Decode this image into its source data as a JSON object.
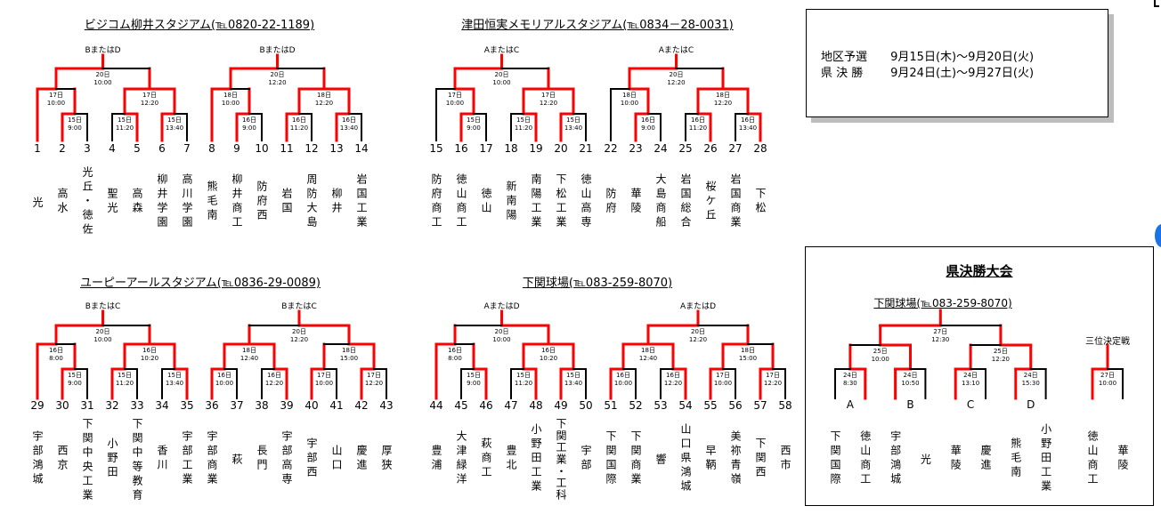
{
  "colors": {
    "win": "#ff0000",
    "line": "#000000"
  },
  "info": {
    "rows": [
      {
        "label": "地区予選",
        "dates": "9月15日(木)～9月20日(火)"
      },
      {
        "label": "県 決 勝",
        "dates": "9月24日(土)～9月27日(火)"
      }
    ]
  },
  "blocks": [
    {
      "title": "ビジコム柳井スタジアム(℡0820-22-1189)",
      "labels": [
        "BまたはD",
        "BまたはD"
      ],
      "teams": [
        {
          "num": "1",
          "name": "光"
        },
        {
          "num": "2",
          "name": "高水"
        },
        {
          "num": "3",
          "name": "光丘・徳佐"
        },
        {
          "num": "4",
          "name": "聖光"
        },
        {
          "num": "5",
          "name": "高森"
        },
        {
          "num": "6",
          "name": "柳井学園"
        },
        {
          "num": "7",
          "name": "高川学園"
        },
        {
          "num": "8",
          "name": "熊毛南"
        },
        {
          "num": "9",
          "name": "柳井商工"
        },
        {
          "num": "10",
          "name": "防府西"
        },
        {
          "num": "11",
          "name": "岩国"
        },
        {
          "num": "12",
          "name": "周防大島"
        },
        {
          "num": "13",
          "name": "柳井"
        },
        {
          "num": "14",
          "name": "岩国工業"
        }
      ],
      "brackets": [
        {
          "d": "20日",
          "t": "10:00",
          "red": "L",
          "c": [
            {
              "d": "17日",
              "t": "10:00",
              "red": "L",
              "c": [
                1,
                {
                  "d": "15日",
                  "t": "9:00",
                  "red": "L",
                  "c": [
                    2,
                    3
                  ]
                }
              ]
            },
            {
              "d": "17日",
              "t": "12:20",
              "red": "LR",
              "c": [
                {
                  "d": "15日",
                  "t": "11:20",
                  "red": "R",
                  "c": [
                    4,
                    5
                  ]
                },
                {
                  "d": "15日",
                  "t": "13:40",
                  "red": "L",
                  "c": [
                    6,
                    7
                  ]
                }
              ]
            }
          ]
        },
        {
          "d": "20日",
          "t": "12:20",
          "red": "L",
          "c": [
            {
              "d": "18日",
              "t": "10:00",
              "red": "L",
              "c": [
                8,
                {
                  "d": "16日",
                  "t": "9:00",
                  "red": "L",
                  "c": [
                    9,
                    10
                  ]
                }
              ]
            },
            {
              "d": "18日",
              "t": "12:20",
              "red": "LR",
              "c": [
                {
                  "d": "16日",
                  "t": "11:20",
                  "red": "L",
                  "c": [
                    11,
                    12
                  ]
                },
                {
                  "d": "16日",
                  "t": "13:40",
                  "red": "L",
                  "c": [
                    13,
                    14
                  ]
                }
              ]
            }
          ]
        }
      ]
    },
    {
      "title": "津田恒実メモリアルスタジアム(℡0834－28-0031)",
      "labels": [
        "AまたはC",
        "AまたはC"
      ],
      "teams": [
        {
          "num": "15",
          "name": "防府商工"
        },
        {
          "num": "16",
          "name": "徳山商工"
        },
        {
          "num": "17",
          "name": "徳山"
        },
        {
          "num": "18",
          "name": "新南陽"
        },
        {
          "num": "19",
          "name": "南陽工業"
        },
        {
          "num": "20",
          "name": "下松工業"
        },
        {
          "num": "21",
          "name": "徳山高専"
        },
        {
          "num": "22",
          "name": "防府"
        },
        {
          "num": "23",
          "name": "華陵"
        },
        {
          "num": "24",
          "name": "大島商船"
        },
        {
          "num": "25",
          "name": "岩国総合"
        },
        {
          "num": "26",
          "name": "桜ケ丘"
        },
        {
          "num": "27",
          "name": "岩国商業"
        },
        {
          "num": "28",
          "name": "下松"
        }
      ],
      "brackets": [
        {
          "d": "20日",
          "t": "10:00",
          "red": "L",
          "c": [
            {
              "d": "17日",
              "t": "10:00",
              "red": "R",
              "c": [
                15,
                {
                  "d": "15日",
                  "t": "9:00",
                  "red": "L",
                  "c": [
                    16,
                    17
                  ]
                }
              ]
            },
            {
              "d": "17日",
              "t": "12:20",
              "red": "LR",
              "c": [
                {
                  "d": "15日",
                  "t": "11:20",
                  "red": "R",
                  "c": [
                    18,
                    19
                  ]
                },
                {
                  "d": "15日",
                  "t": "13:40",
                  "red": "L",
                  "c": [
                    20,
                    21
                  ]
                }
              ]
            }
          ]
        },
        {
          "d": "20日",
          "t": "12:20",
          "red": "L",
          "c": [
            {
              "d": "18日",
              "t": "10:00",
              "red": "R",
              "c": [
                22,
                {
                  "d": "16日",
                  "t": "9:00",
                  "red": "L",
                  "c": [
                    23,
                    24
                  ]
                }
              ]
            },
            {
              "d": "18日",
              "t": "12:20",
              "red": "LR",
              "c": [
                {
                  "d": "16日",
                  "t": "11:20",
                  "red": "R",
                  "c": [
                    25,
                    26
                  ]
                },
                {
                  "d": "16日",
                  "t": "13:40",
                  "red": "R",
                  "c": [
                    27,
                    28
                  ]
                }
              ]
            }
          ]
        }
      ]
    },
    {
      "title": "ユーピーアールスタジアム(℡0836-29-0089)",
      "labels": [
        "BまたはC",
        "BまたはC"
      ],
      "teams": [
        {
          "num": "29",
          "name": "宇部鴻城"
        },
        {
          "num": "30",
          "name": "西京"
        },
        {
          "num": "31",
          "name": "下関中央工業"
        },
        {
          "num": "32",
          "name": "小野田"
        },
        {
          "num": "33",
          "name": "下関中等教育"
        },
        {
          "num": "34",
          "name": "香川"
        },
        {
          "num": "35",
          "name": "宇部工業"
        },
        {
          "num": "36",
          "name": "宇部商業"
        },
        {
          "num": "37",
          "name": "萩"
        },
        {
          "num": "38",
          "name": "長門"
        },
        {
          "num": "39",
          "name": "宇部高専"
        },
        {
          "num": "40",
          "name": "宇部西"
        },
        {
          "num": "41",
          "name": "山口"
        },
        {
          "num": "42",
          "name": "慶進"
        },
        {
          "num": "43",
          "name": "厚狭"
        }
      ],
      "brackets": [
        {
          "d": "20日",
          "t": "10:00",
          "red": "L",
          "c": [
            {
              "d": "16日",
              "t": "8:00",
              "red": "L",
              "c": [
                29,
                {
                  "d": "15日",
                  "t": "9:00",
                  "red": "L",
                  "c": [
                    30,
                    31
                  ]
                }
              ]
            },
            {
              "d": "16日",
              "t": "10:20",
              "red": "LR",
              "c": [
                {
                  "d": "15日",
                  "t": "11:20",
                  "red": "L",
                  "c": [
                    32,
                    33
                  ]
                },
                {
                  "d": "15日",
                  "t": "13:40",
                  "red": "R",
                  "c": [
                    34,
                    35
                  ]
                }
              ]
            }
          ]
        },
        {
          "d": "20日",
          "t": "12:20",
          "red": "R",
          "c": [
            {
              "d": "18日",
              "t": "12:40",
              "red": "LR",
              "c": [
                {
                  "d": "16日",
                  "t": "10:00",
                  "red": "L",
                  "c": [
                    36,
                    37
                  ]
                },
                {
                  "d": "16日",
                  "t": "12:20",
                  "red": "R",
                  "c": [
                    38,
                    39
                  ]
                }
              ]
            },
            {
              "d": "18日",
              "t": "15:00",
              "red": "R",
              "c": [
                {
                  "d": "17日",
                  "t": "10:00",
                  "red": "L",
                  "c": [
                    40,
                    41
                  ]
                },
                {
                  "d": "17日",
                  "t": "12:20",
                  "red": "L",
                  "c": [
                    42,
                    43
                  ]
                }
              ]
            }
          ]
        }
      ]
    },
    {
      "title": "下関球場(℡083-259-8070)",
      "labels": [
        "AまたはD",
        "AまたはD"
      ],
      "teams": [
        {
          "num": "44",
          "name": "豊浦"
        },
        {
          "num": "45",
          "name": "大津緑洋"
        },
        {
          "num": "46",
          "name": "萩商工"
        },
        {
          "num": "47",
          "name": "豊北"
        },
        {
          "num": "48",
          "name": "小野田工業"
        },
        {
          "num": "49",
          "name": "下関工業・工科"
        },
        {
          "num": "50",
          "name": "宇部"
        },
        {
          "num": "51",
          "name": "下関国際"
        },
        {
          "num": "52",
          "name": "下関商業"
        },
        {
          "num": "53",
          "name": "響"
        },
        {
          "num": "54",
          "name": "山口県鴻城"
        },
        {
          "num": "55",
          "name": "早鞆"
        },
        {
          "num": "56",
          "name": "美祢青嶺"
        },
        {
          "num": "57",
          "name": "下関西"
        },
        {
          "num": "58",
          "name": "西市"
        }
      ],
      "brackets": [
        {
          "d": "20日",
          "t": "10:00",
          "red": "R",
          "c": [
            {
              "d": "16日",
              "t": "8:00",
              "red": "L",
              "c": [
                44,
                {
                  "d": "15日",
                  "t": "9:00",
                  "red": "R",
                  "c": [
                    45,
                    46
                  ]
                }
              ]
            },
            {
              "d": "16日",
              "t": "10:20",
              "red": "LR",
              "c": [
                {
                  "d": "15日",
                  "t": "11:20",
                  "red": "R",
                  "c": [
                    47,
                    48
                  ]
                },
                {
                  "d": "15日",
                  "t": "13:40",
                  "red": "L",
                  "c": [
                    49,
                    50
                  ]
                }
              ]
            }
          ]
        },
        {
          "d": "20日",
          "t": "12:20",
          "red": "L",
          "c": [
            {
              "d": "18日",
              "t": "12:40",
              "red": "LR",
              "c": [
                {
                  "d": "16日",
                  "t": "10:00",
                  "red": "L",
                  "c": [
                    51,
                    52
                  ]
                },
                {
                  "d": "16日",
                  "t": "12:20",
                  "red": "R",
                  "c": [
                    53,
                    54
                  ]
                }
              ]
            },
            {
              "d": "18日",
              "t": "15:00",
              "red": "L",
              "c": [
                {
                  "d": "17日",
                  "t": "10:00",
                  "red": "L",
                  "c": [
                    55,
                    56
                  ]
                },
                {
                  "d": "17日",
                  "t": "12:20",
                  "red": "L",
                  "c": [
                    57,
                    58
                  ]
                }
              ]
            }
          ]
        }
      ]
    }
  ],
  "final": {
    "title": "県決勝大会",
    "venue": "下関球場(℡083-259-8070)",
    "slots": [
      "A",
      "B",
      "C",
      "D"
    ],
    "teams": [
      "下関国際",
      "徳山商工",
      "宇部鴻城",
      "光",
      "華陵",
      "慶進",
      "熊毛南",
      "小野田工業"
    ],
    "bracket": {
      "d": "27日",
      "t": "12:30",
      "red": "L",
      "c": [
        {
          "d": "25日",
          "t": "10:00",
          "red": "R",
          "c": [
            {
              "d": "24日",
              "t": "8:30",
              "red": "R",
              "c": [
                0,
                1
              ]
            },
            {
              "d": "24日",
              "t": "10:50",
              "red": "L",
              "c": [
                2,
                3
              ]
            }
          ]
        },
        {
          "d": "25日",
          "t": "12:20",
          "red": "R",
          "c": [
            {
              "d": "24日",
              "t": "13:10",
              "red": "L",
              "c": [
                4,
                5
              ]
            },
            {
              "d": "24日",
              "t": "15:30",
              "red": "L",
              "c": [
                6,
                7
              ]
            }
          ]
        }
      ]
    },
    "third": {
      "label": "三位決定戦",
      "teams": [
        "徳山商工",
        "華陵"
      ],
      "bracket": {
        "d": "27日",
        "t": "10:00",
        "red": "L",
        "c": [
          0,
          1
        ]
      }
    }
  }
}
